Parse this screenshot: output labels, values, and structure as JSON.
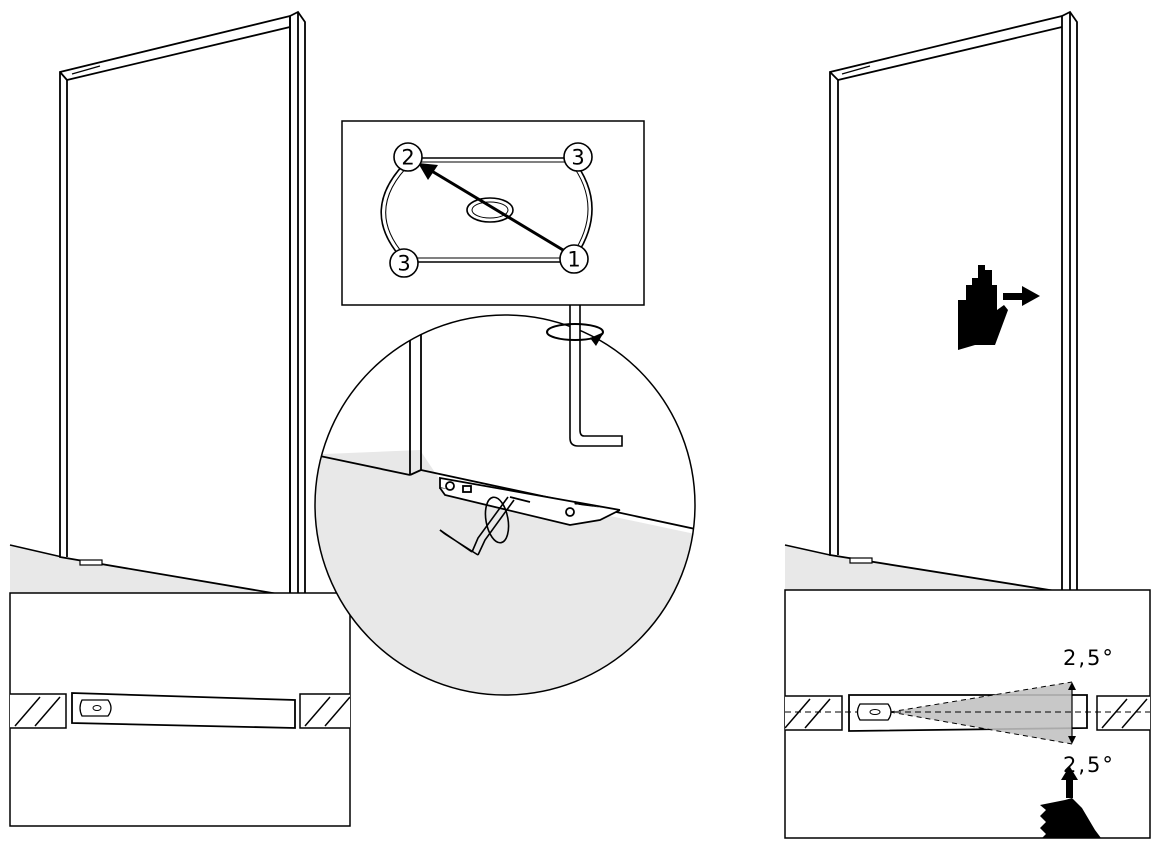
{
  "colors": {
    "line": "#000000",
    "floor": "#e8e8e8",
    "cone": "#c8c8c8",
    "background": "#ffffff"
  },
  "adjustment_order": {
    "step_1": "1",
    "step_2": "2",
    "step_3_top": "3",
    "step_3_bottom": "3"
  },
  "angles": {
    "upper": "2,5°",
    "lower": "2,5°"
  },
  "icons": [
    "hand-push-icon",
    "hand-push-up-icon",
    "hex-key-icon",
    "rotation-arrow-icon"
  ]
}
